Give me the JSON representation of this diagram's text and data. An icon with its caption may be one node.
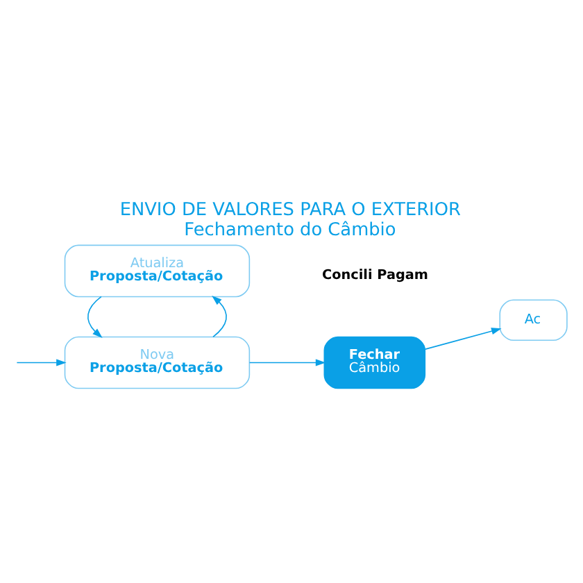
{
  "diagram": {
    "title": "ENVIO DE VALORES PARA O EXTERIOR",
    "caption": "Fechamento do Câmbio",
    "nodes": [
      {
        "text": [
          "Nova",
          "Proposta/Cotação"
        ]
      },
      {
        "text": [
          "Atualiza",
          "Proposta/Cotação"
        ]
      },
      {
        "text": [
          "Fechar",
          "Câmbio"
        ]
      },
      {
        "text": [
          "Ac"
        ]
      }
    ],
    "edges": [
      {
        "from": null,
        "to": 0,
        "arrow": "to"
      },
      {
        "from": 0,
        "to": 2,
        "arrow": "to"
      },
      {
        "from": 0,
        "to": 1,
        "arrow": "to"
      },
      {
        "from": 1,
        "to": 0,
        "arrow": "to"
      },
      {
        "from": 2,
        "to": 3,
        "arrow": "to"
      }
    ],
    "labels": [
      "Concili Pagam"
    ]
  }
}
